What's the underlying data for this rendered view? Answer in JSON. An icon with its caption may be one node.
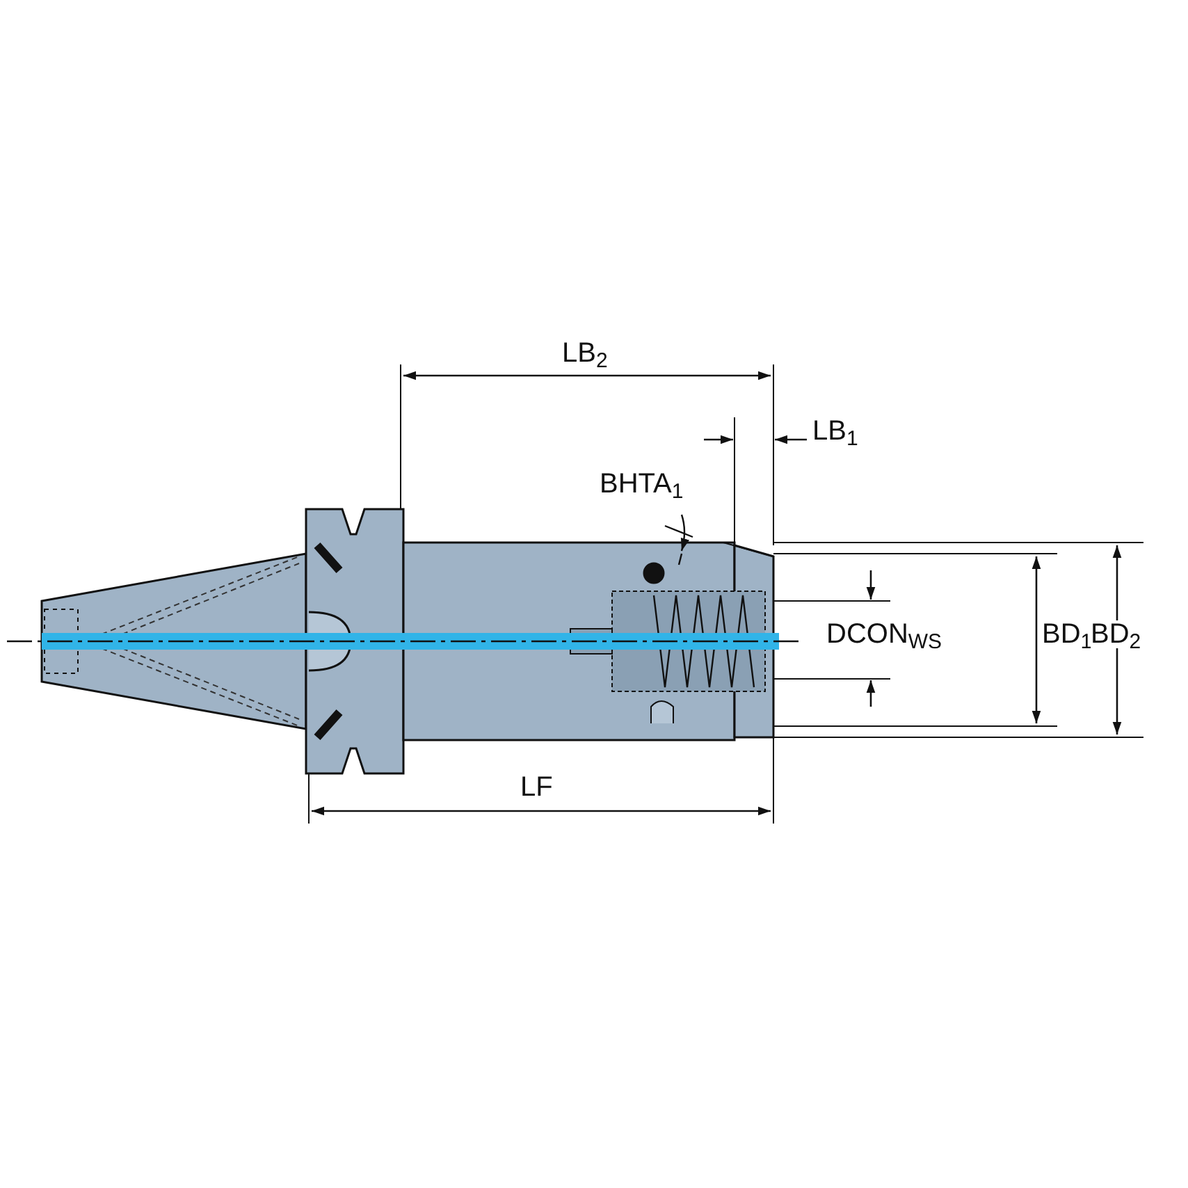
{
  "diagram": {
    "labels": [
      "LB$_{2}$",
      "LB$_{1}$",
      "BHTA$_{1}$",
      "DCON$_{WS}$",
      "BD$_{1}$",
      "BD$_{2}$",
      "LF"
    ]
  }
}
